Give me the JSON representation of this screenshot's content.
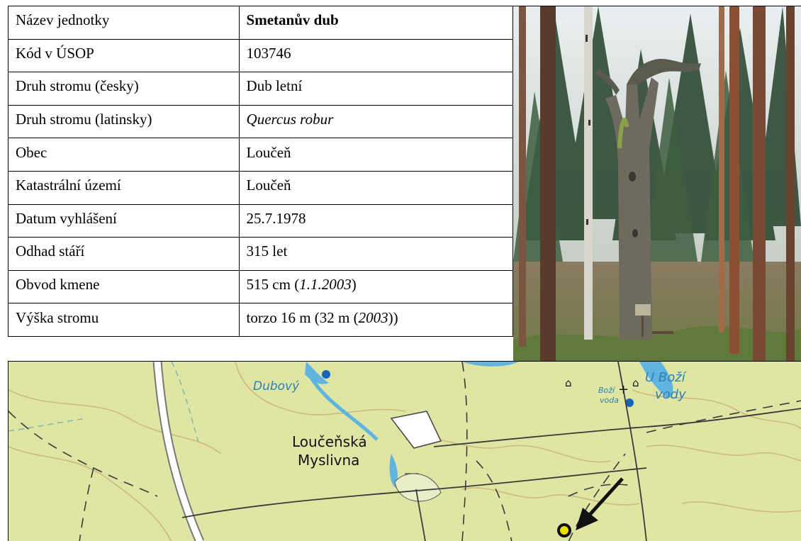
{
  "table": {
    "rows": [
      {
        "label": "Název jednotky",
        "value": "Smetanův dub"
      },
      {
        "label": "Kód v ÚSOP",
        "value": "103746"
      },
      {
        "label": "Druh stromu (česky)",
        "value": "Dub letní"
      },
      {
        "label": "Druh stromu (latinsky)",
        "value": "Quercus robur"
      },
      {
        "label": "Obec",
        "value": "Loučeň"
      },
      {
        "label": "Katastrální území",
        "value": "Loučeň"
      },
      {
        "label": "Datum vyhlášení",
        "value": "25.7.1978"
      },
      {
        "label": "Odhad stáří",
        "value": "315 let"
      },
      {
        "label": "Obvod kmene",
        "value_main": "515 cm (",
        "value_date": "1.1.2003",
        "value_end": ")"
      },
      {
        "label": "Výška stromu",
        "value_main": "torzo 16 m (32 m (",
        "value_date": "2003",
        "value_end": "))"
      }
    ]
  },
  "map": {
    "labels": {
      "dubovy": "Dubový",
      "loucenska": "Loučeňská",
      "myslivna": "Myslivna",
      "u_bozi": "U Boží",
      "vody": "vody",
      "bozi": "Boží",
      "voda": "voda"
    },
    "colors": {
      "land": "#dfe6a4",
      "water": "#5fb4e0",
      "contour": "#cdb27a",
      "road": "#3a3a3a",
      "marker": "#e8e000"
    }
  }
}
